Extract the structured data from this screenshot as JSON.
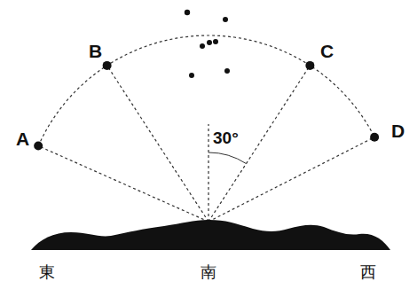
{
  "diagram": {
    "labels": [
      "A",
      "B",
      "C",
      "D",
      "30°",
      "東",
      "南",
      "西"
    ]
  }
}
